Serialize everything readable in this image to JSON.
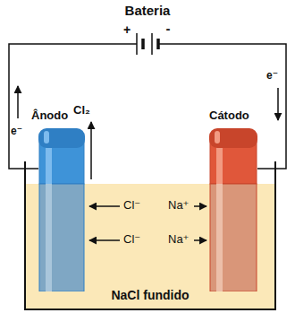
{
  "diagram": {
    "nodes": [
      {
        "text": [
          "Bateria",
          "+",
          "-"
        ]
      },
      {
        "text": [
          "Ânodo"
        ]
      },
      {
        "text": [
          "Cátodo"
        ]
      }
    ],
    "edges": [
      {
        "from": 1,
        "to": 0,
        "arrow": "none"
      },
      {
        "from": 0,
        "to": 2,
        "arrow": "none"
      }
    ],
    "labels": [
      "e⁻",
      "e⁻",
      "Cl₂",
      "Cl⁻",
      "Cl⁻",
      "Na⁺",
      "Na⁺",
      "NaCl fundido"
    ]
  }
}
